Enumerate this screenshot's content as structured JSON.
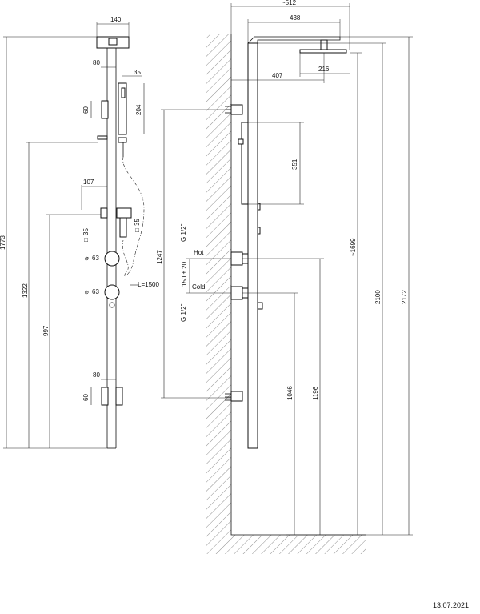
{
  "front_view": {
    "dims": {
      "head_width": "140",
      "bar_width_top": "80",
      "handshower_offset": "35",
      "holder_height": "204",
      "bracket_top": "60",
      "shower_arm": "107",
      "square_left": "35",
      "square_right": "35",
      "knob_top": "63",
      "hose_length": "L=1500",
      "knob_bottom": "63",
      "bar_width_bottom": "80",
      "bracket_bottom": "60",
      "total_height": "1773",
      "height_1322": "1322",
      "height_997": "997"
    },
    "symbols": {
      "square": "□",
      "diameter": "⌀"
    }
  },
  "side_view": {
    "dims": {
      "overall_width": "~512",
      "arm_length": "438",
      "head_depth": "216",
      "wall_offset": "407",
      "rail_length": "351",
      "bracket_spacing": "1247",
      "thread_hot": "G 1/2\"",
      "hot_label": "Hot",
      "inlet_spacing": "150 ± 20",
      "cold_label": "Cold",
      "thread_cold": "G 1/2\"",
      "height_1699": "~1699",
      "height_2100": "2100",
      "height_2172": "2172",
      "height_1046": "1046",
      "height_1196": "1196"
    }
  },
  "footer": {
    "date": "13.07.2021"
  }
}
